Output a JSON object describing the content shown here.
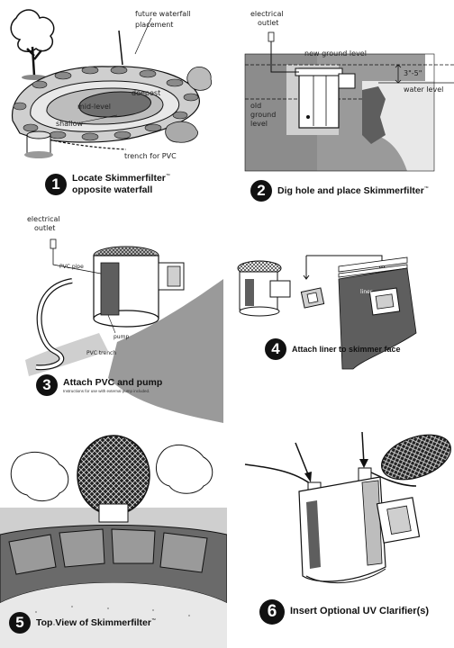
{
  "steps": [
    {
      "number": "1",
      "title_line1": "Locate Skimmerfilter",
      "trademark": "™",
      "title_line2": "opposite waterfall"
    },
    {
      "number": "2",
      "title": "Dig hole and place Skimmerfilter",
      "trademark": "™"
    },
    {
      "number": "3",
      "title": "Attach PVC and pump",
      "note": "Instructions for use with external pump included."
    },
    {
      "number": "4",
      "title": "Attach liner to skimmer face"
    },
    {
      "number": "5",
      "title": "Top View of Skimmerfilter",
      "trademark": "™"
    },
    {
      "number": "6",
      "title": "Insert Optional UV Clarifier(s)"
    }
  ],
  "panel1": {
    "future_waterfall": "future waterfall",
    "placement": "placement",
    "deepest": "deepest",
    "mid_level": "mid-level",
    "shallow": "shallow",
    "trench": "trench for PVC"
  },
  "panel2": {
    "electrical": "electrical",
    "outlet": "outlet",
    "new_ground_level": "new ground level",
    "measure": "3\"-5\"",
    "water_level": "water level",
    "old": "old",
    "ground": "ground",
    "level": "level"
  },
  "panel3": {
    "electrical": "electrical",
    "outlet": "outlet",
    "pvc_pipe": "PVC pipe",
    "pump": "pump",
    "pvc_trench": "PVC trench"
  },
  "panel4": {
    "liner": "liner"
  },
  "colors": {
    "ink": "#111111",
    "gray": "#9a9a9a",
    "dark_gray": "#5e5e5e",
    "light_gray": "#cfcfcf"
  }
}
